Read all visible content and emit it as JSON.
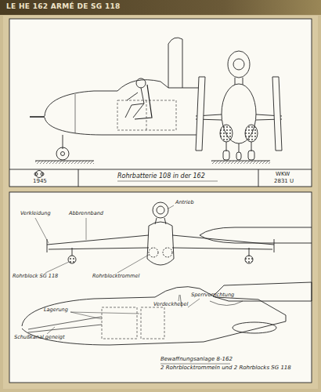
{
  "diagram": {
    "title": "LE HE 162 ARMÉ DE SG 118",
    "labels": [
      "1945",
      "Rohrbatterie 108 in der 162",
      "WKW",
      "2831 U",
      "Verkleidung",
      "Abbrennband",
      "Antrieb",
      "Rohrblock SG 118",
      "Rohrblocktrommel",
      "Sperrvorrichtung",
      "Verdeckhebel",
      "Lagerung",
      "Schußkanal geneigt",
      "Bewaffnungsanlage 8-162",
      "2 Rohrblocktrommeln und 2 Rohrblocks SG 118"
    ]
  }
}
